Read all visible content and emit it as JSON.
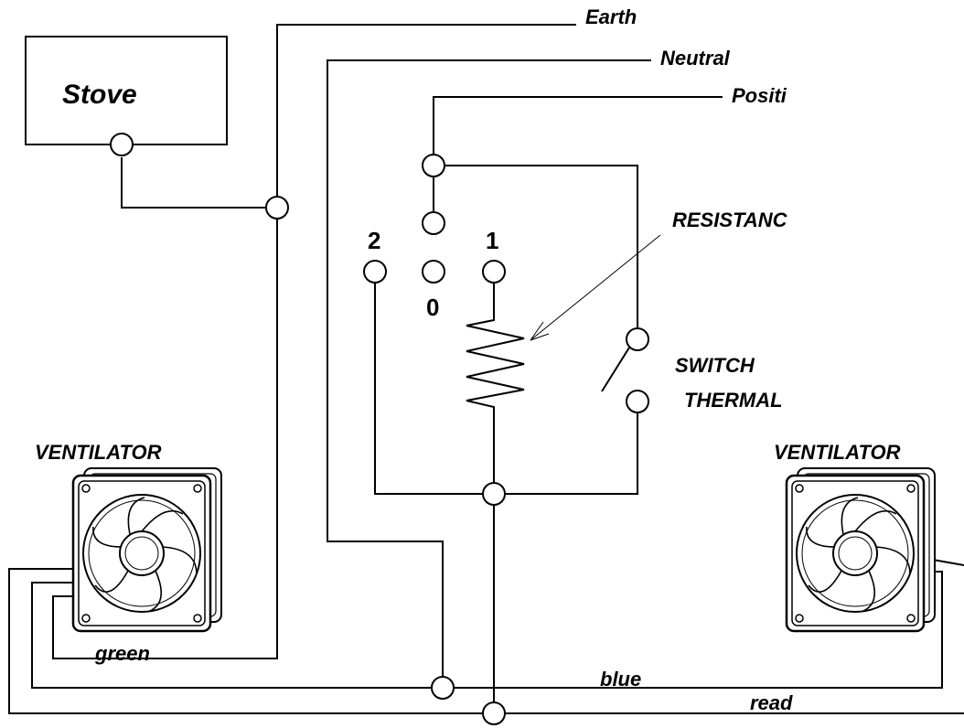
{
  "labels": {
    "earth": "Earth",
    "neutral": "Neutral",
    "positive": "Positi",
    "stove": "Stove",
    "resistance": "RESISTANC",
    "switch_line1": "SWITCH",
    "switch_line2": "THERMAL",
    "ventilator_left": "VENTILATOR",
    "ventilator_right": "VENTILATOR",
    "green": "green",
    "blue": "blue",
    "red": "read"
  },
  "positions": {
    "p2": "2",
    "p1": "1",
    "p0": "0"
  },
  "icons": {
    "fan": "fan-icon",
    "resistor": "resistor-icon",
    "switch": "thermal-switch-icon"
  }
}
